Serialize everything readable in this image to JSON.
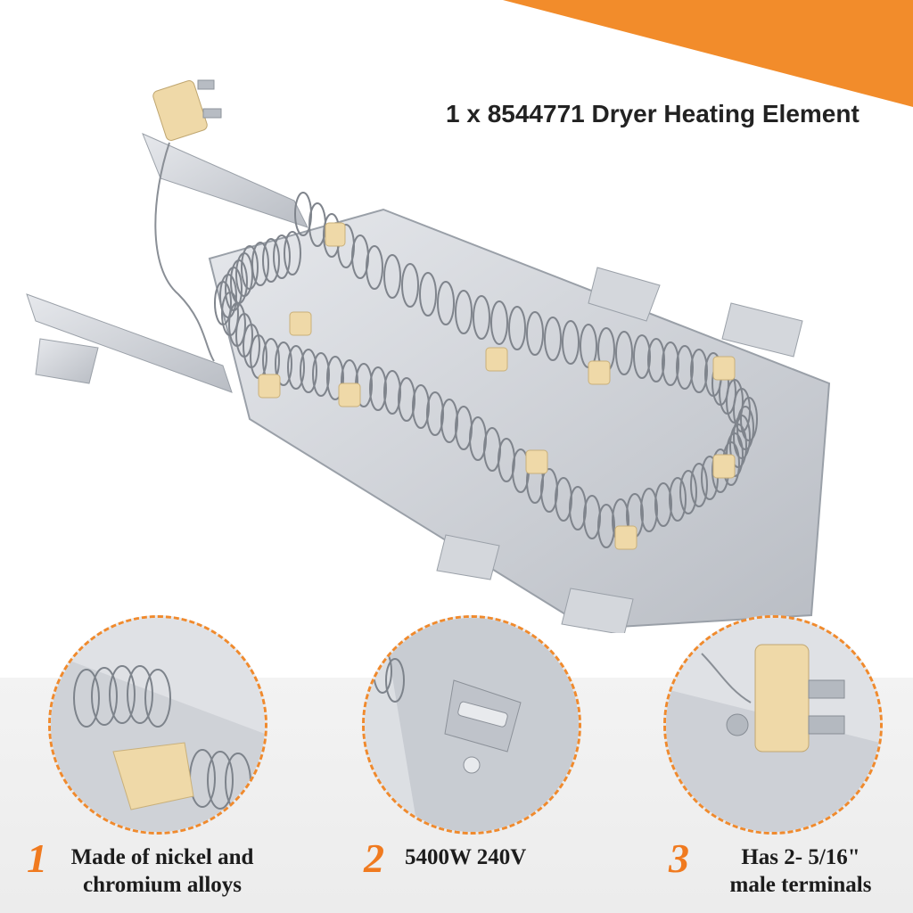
{
  "headline": "1 x 8544771 Dryer Heating Element",
  "colors": {
    "accent_orange": "#f07a1f",
    "metal": "#c9ccd1",
    "ceramic": "#efd9a8"
  },
  "features": [
    {
      "number": "1",
      "line1": "Made of nickel and",
      "line2": "chromium alloys"
    },
    {
      "number": "2",
      "line1": "5400W 240V",
      "line2": ""
    },
    {
      "number": "3",
      "line1": "Has 2- 5/16\"",
      "line2": "male terminals"
    }
  ]
}
